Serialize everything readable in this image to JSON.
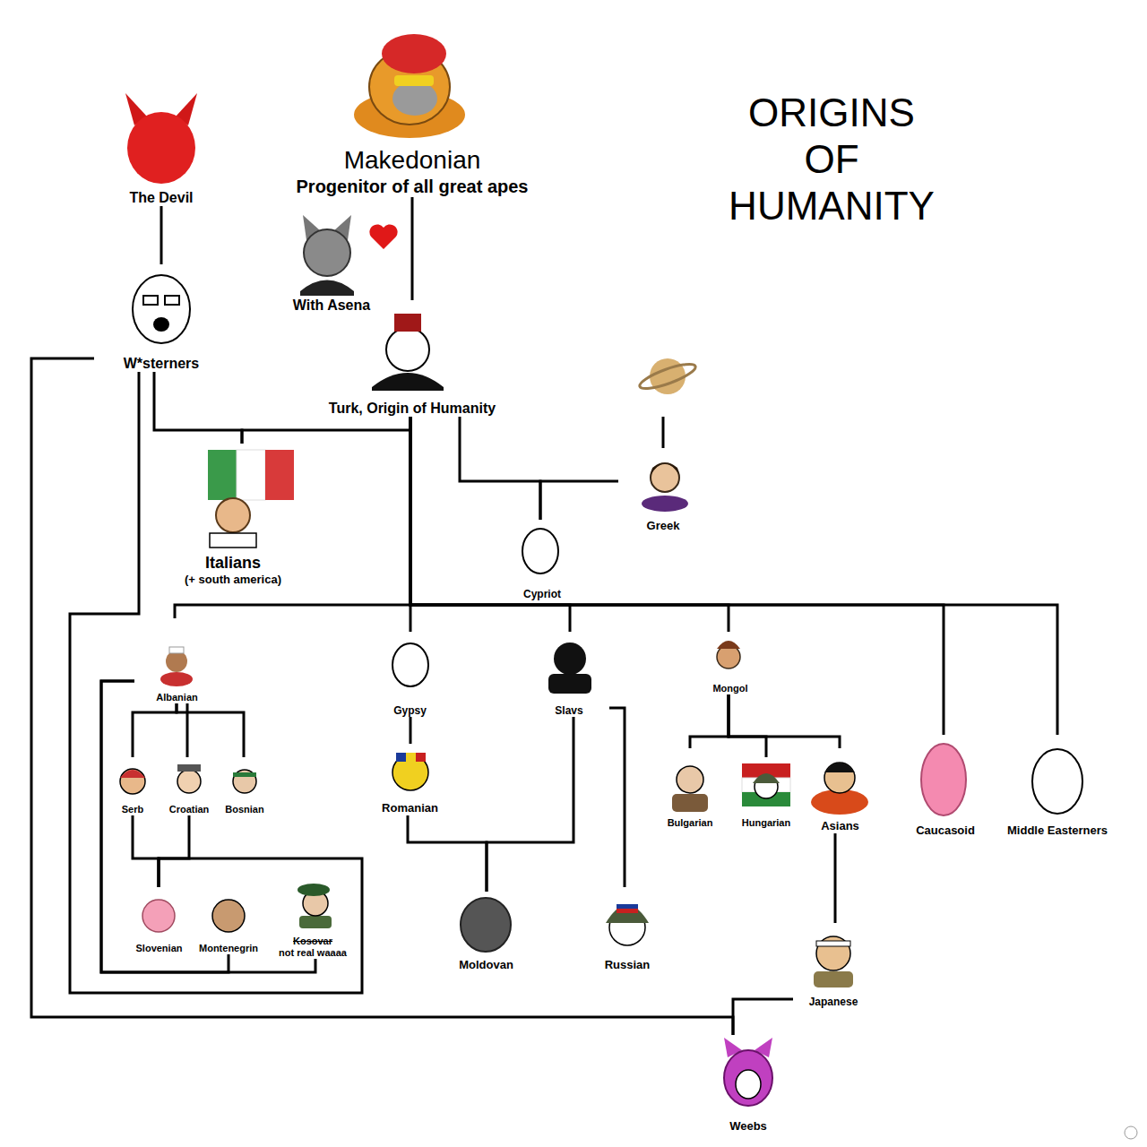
{
  "diagram": {
    "title": "ORIGINS OF HUMANITY",
    "nodes": [
      {
        "text": [
          "Makedonian",
          "Progenitor of all great apes"
        ]
      },
      {
        "text": [
          "The Devil"
        ]
      },
      {
        "text": [
          "With Asena"
        ]
      },
      {
        "text": [
          "W*sterners"
        ]
      },
      {
        "text": [
          "Turk, Origin of Humanity"
        ]
      },
      {
        "text": [
          "Greek"
        ]
      },
      {
        "text": [
          "Italians",
          "(+ south america)"
        ]
      },
      {
        "text": [
          "Cypriot"
        ]
      },
      {
        "text": [
          "Albanian"
        ]
      },
      {
        "text": [
          "Gypsy"
        ]
      },
      {
        "text": [
          "Slavs"
        ]
      },
      {
        "text": [
          "Mongol"
        ]
      },
      {
        "text": [
          "Serb"
        ]
      },
      {
        "text": [
          "Croatian"
        ]
      },
      {
        "text": [
          "Bosnian"
        ]
      },
      {
        "text": [
          "Romanian"
        ]
      },
      {
        "text": [
          "Bulgarian"
        ]
      },
      {
        "text": [
          "Hungarian"
        ]
      },
      {
        "text": [
          "Asians"
        ]
      },
      {
        "text": [
          "Caucasoid"
        ]
      },
      {
        "text": [
          "Middle Easterners"
        ]
      },
      {
        "text": [
          "Slovenian"
        ]
      },
      {
        "text": [
          "Montenegrin"
        ]
      },
      {
        "text": [
          "Kosovar",
          "not real waaaa"
        ]
      },
      {
        "text": [
          "Moldovan"
        ]
      },
      {
        "text": [
          "Russian"
        ]
      },
      {
        "text": [
          "Japanese"
        ]
      },
      {
        "text": [
          "Weebs"
        ]
      }
    ],
    "edges": [
      {
        "from": 0,
        "to": 4,
        "arrow": "none"
      },
      {
        "from": 1,
        "to": 3,
        "arrow": "none"
      },
      {
        "from": 3,
        "to": 6,
        "arrow": "none"
      },
      {
        "from": 4,
        "to": 6,
        "arrow": "none"
      },
      {
        "from": 4,
        "to": 7,
        "arrow": "none"
      },
      {
        "from": 5,
        "to": 7,
        "arrow": "none"
      },
      {
        "from": 4,
        "to": 8,
        "arrow": "none"
      },
      {
        "from": 4,
        "to": 9,
        "arrow": "none"
      },
      {
        "from": 4,
        "to": 10,
        "arrow": "none"
      },
      {
        "from": 4,
        "to": 11,
        "arrow": "none"
      },
      {
        "from": 4,
        "to": 19,
        "arrow": "none"
      },
      {
        "from": 4,
        "to": 20,
        "arrow": "none"
      },
      {
        "from": 8,
        "to": 12,
        "arrow": "none"
      },
      {
        "from": 8,
        "to": 13,
        "arrow": "none"
      },
      {
        "from": 8,
        "to": 14,
        "arrow": "none"
      },
      {
        "from": 12,
        "to": 21,
        "arrow": "none"
      },
      {
        "from": 13,
        "to": 21,
        "arrow": "none"
      },
      {
        "from": 3,
        "to": 21,
        "arrow": "none"
      },
      {
        "from": 8,
        "to": 22,
        "arrow": "none"
      },
      {
        "from": 8,
        "to": 23,
        "arrow": "none"
      },
      {
        "from": 3,
        "to": 27,
        "arrow": "none"
      },
      {
        "from": 26,
        "to": 27,
        "arrow": "none"
      },
      {
        "from": 9,
        "to": 15,
        "arrow": "none"
      },
      {
        "from": 15,
        "to": 24,
        "arrow": "none"
      },
      {
        "from": 10,
        "to": 24,
        "arrow": "none"
      },
      {
        "from": 10,
        "to": 25,
        "arrow": "none"
      },
      {
        "from": 11,
        "to": 16,
        "arrow": "none"
      },
      {
        "from": 11,
        "to": 17,
        "arrow": "none"
      },
      {
        "from": 11,
        "to": 18,
        "arrow": "none"
      },
      {
        "from": 18,
        "to": 26,
        "arrow": "none"
      }
    ]
  }
}
